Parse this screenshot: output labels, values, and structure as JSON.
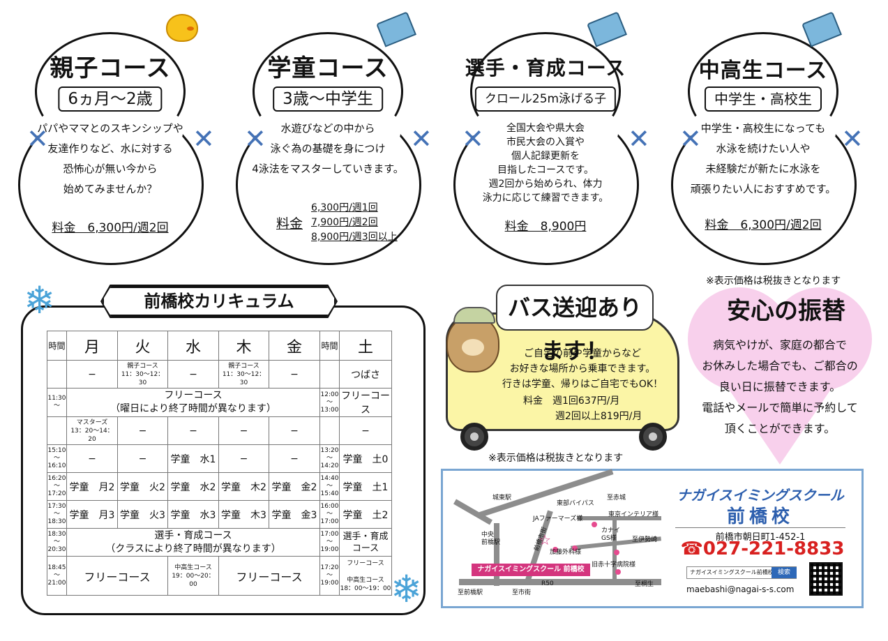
{
  "courses": [
    {
      "title": "親子コース",
      "age": "6ヵ月〜2歳",
      "desc": [
        "パパやママとのスキンシップや",
        "友達作りなど、水に対する",
        "恐怖心が無い今から",
        "始めてみませんか？"
      ],
      "fee": "料金　6,300円/週2回"
    },
    {
      "title": "学童コース",
      "age": "3歳〜中学生",
      "desc": [
        "水遊びなどの中から",
        "泳ぐ為の基礎を身につけ",
        "4泳法をマスターしていきます。"
      ],
      "fee_label": "料金",
      "fee_lines": [
        "6,300円/週1回",
        "7,900円/週2回",
        "8,900円/週3回以上"
      ]
    },
    {
      "title": "選手・育成コース",
      "age": "クロール25m泳げる子",
      "desc": [
        "全国大会や県大会",
        "市民大会の入賞や",
        "個人記録更新を",
        "目指したコースです。",
        "週2回から始められ、体力",
        "泳力に応じて練習できます。"
      ],
      "fee": "料金　8,900円"
    },
    {
      "title": "中高生コース",
      "age": "中学生・高校生",
      "desc": [
        "中学生・高校生になっても",
        "水泳を続けたい人や",
        "未経験だが新たに水泳を",
        "頑張りたい人におすすめです。"
      ],
      "fee": "料金　6,300円/週2回"
    }
  ],
  "curriculum": {
    "title": "前橋校カリキュラム",
    "headers": [
      "時間",
      "月",
      "火",
      "水",
      "木",
      "金",
      "時間",
      "土"
    ],
    "rows": {
      "r1": {
        "mon": "−",
        "tue": "親子コース\n11：30〜12：30",
        "wed": "−",
        "thu": "親子コース\n11：30〜12：30",
        "fri": "−",
        "sat": "つばさ"
      },
      "r2": {
        "time": "11:30\n〜",
        "wide": "フリーコース\n（曜日により終了時間が異なります）",
        "time2": "12:00\n〜\n13:00",
        "sat": "フリーコース"
      },
      "r3": {
        "mon": "マスターズ\n13：20〜14：20",
        "tue": "−",
        "wed": "−",
        "thu": "−",
        "fri": "−",
        "sat": "−"
      },
      "r4": {
        "time": "15:10\n〜\n16:10",
        "mon": "−",
        "tue": "−",
        "wed": "学童　水1",
        "thu": "−",
        "fri": "−",
        "time2": "13:20\n〜\n14:20",
        "sat": "学童　土0"
      },
      "r5": {
        "time": "16:20\n〜\n17:20",
        "mon": "学童　月2",
        "tue": "学童　火2",
        "wed": "学童　水2",
        "thu": "学童　木2",
        "fri": "学童　金2",
        "time2": "14:40\n〜\n15:40",
        "sat": "学童　土1"
      },
      "r6": {
        "time": "17:30\n〜\n18:30",
        "mon": "学童　月3",
        "tue": "学童　火3",
        "wed": "学童　水3",
        "thu": "学童　木3",
        "fri": "学童　金3",
        "time2": "16:00\n〜\n17:00",
        "sat": "学童　土2"
      },
      "r7": {
        "time": "18:30\n〜\n20:30",
        "wide": "選手・育成コース\n（クラスにより終了時間が異なります）",
        "time2": "17:00\n〜\n19:00",
        "sat": "選手・育成\nコース"
      },
      "r8": {
        "time": "18:45\n〜\n21:00",
        "montue": "フリーコース",
        "wed": "中高生コース\n19：00〜20：00",
        "thufri": "フリーコース",
        "time2": "17:20\n〜\n19:00",
        "sat": "フリーコース\n\n中高生コース\n18：00〜19：00"
      }
    }
  },
  "bus": {
    "title": "バス送迎あります！",
    "text": [
      "ご自宅の前や学童からなど",
      "お好きな場所から乗車できます。",
      "行きは学童、帰りはご自宅でもOK！"
    ],
    "fee1": "料金　週1回637円/月",
    "fee2": "週2回以上819円/月",
    "tax_note": "※表示価格は税抜きとなります"
  },
  "transfer": {
    "tax_note": "※表示価格は税抜きとなります",
    "title": "安心の振替",
    "text": [
      "病気やけが、家庭の都合で",
      "お休みした場合でも、ご都合の",
      "良い日に振替できます。",
      "電話やメールで簡単に予約して",
      "頂くことができます。"
    ]
  },
  "map": {
    "labels": [
      "城東駅",
      "東部バイパス",
      "至赤城",
      "JAファーマーズ様",
      "東京インテリア様",
      "中央\n前橋駅",
      "前橋市街",
      "カナイ\nGS様",
      "至伊勢崎",
      "加藤外科様",
      "旧赤十字病院様",
      "至桐生",
      "至前橋駅",
      "至市街",
      "R50"
    ],
    "banner": "ナガイスイミングスクール 前橋校"
  },
  "school": {
    "name": "ナガイスイミングスクール",
    "campus": "前橋校",
    "address": "前橋市朝日町1-452-1",
    "phone": "☎027-221-8833",
    "search_text": "ナガイスイミングスクール前橋校",
    "search_button": "検索",
    "email": "maebashi@nagai-s-s.com"
  },
  "colors": {
    "accent_blue": "#4472b6",
    "pink": "#d4357e",
    "tel_red": "#d8201f",
    "bus_yellow": "#fbf5a6",
    "heart_pink": "#f8d0ec"
  },
  "icons": [
    "snowflake-icon",
    "chick-icon",
    "bear-icon",
    "star-icon",
    "qr-code"
  ]
}
